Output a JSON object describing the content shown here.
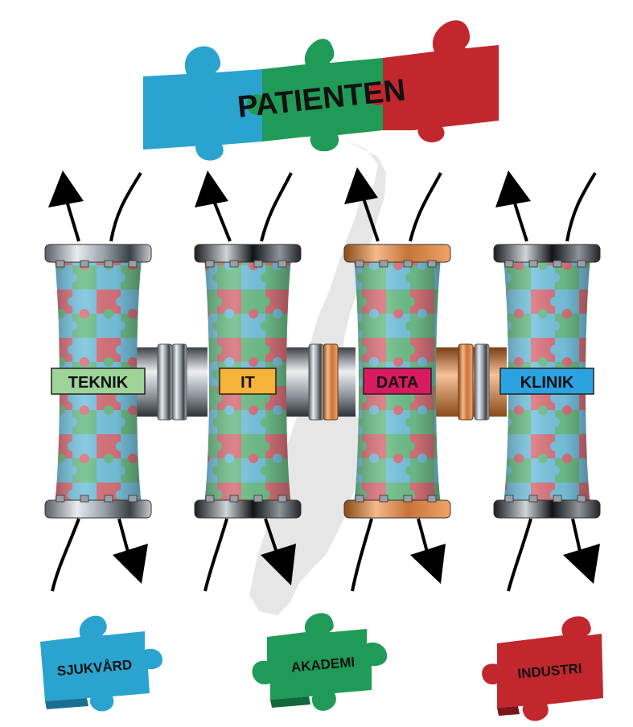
{
  "top_piece": {
    "label": "PATIENTEN",
    "colors": [
      "#2ba3cf",
      "#1f9a57",
      "#c1272d"
    ]
  },
  "pillars": [
    {
      "label": "TEKNIK",
      "label_color": "#9fd39a",
      "cap_color": "#8a8a8a"
    },
    {
      "label": "IT",
      "label_color": "#f7b239",
      "cap_color": "#6e6e6e"
    },
    {
      "label": "DATA",
      "label_color": "#d81b60",
      "cap_color": "#c97a3b"
    },
    {
      "label": "KLINIK",
      "label_color": "#2ba3e0",
      "cap_color": "#555555"
    }
  ],
  "bottom_pieces": [
    {
      "label": "SJUKVÅRD",
      "color": "#2ba3cf"
    },
    {
      "label": "AKADEMI",
      "color": "#1f9a57"
    },
    {
      "label": "INDUSTRI",
      "color": "#c1272d"
    }
  ],
  "icons": {
    "arrow": "arrow-icon",
    "map": "sweden-map-icon"
  }
}
